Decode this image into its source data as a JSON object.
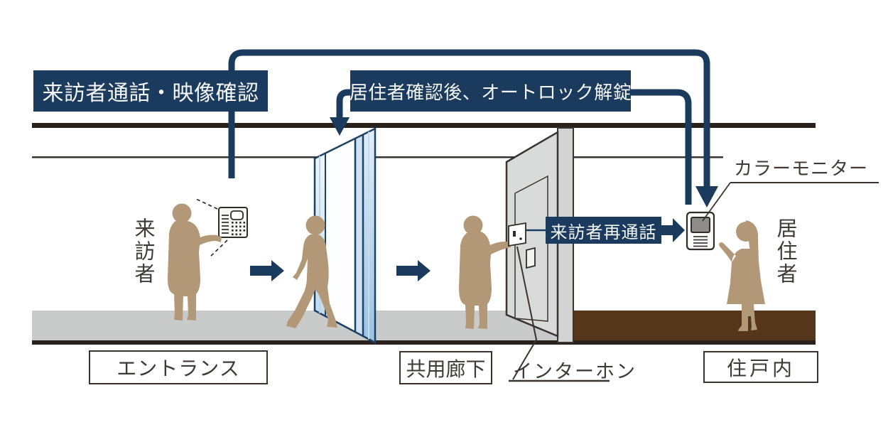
{
  "banners": {
    "visitor_call": "来訪者通話・映像確認",
    "autolock_release": "居住者確認後、オートロック解錠",
    "visitor_recall": "来訪者再通話"
  },
  "actors": {
    "visitor": "来訪者",
    "resident": "居住者"
  },
  "devices": {
    "color_monitor": "カラーモニター",
    "intercom": "インターホン"
  },
  "zones": {
    "entrance": "エントランス",
    "corridor": "共用廊下",
    "unit_interior": "住戸内"
  },
  "colors": {
    "navy": "#1a3a5e",
    "figure_tan": "#b39877",
    "floor_gray": "#c9caca",
    "floor_brown": "#55361b",
    "line_dark": "#2a211d",
    "glass_blue": "#a3c6e5",
    "door_gray": "#d9dbdb"
  }
}
